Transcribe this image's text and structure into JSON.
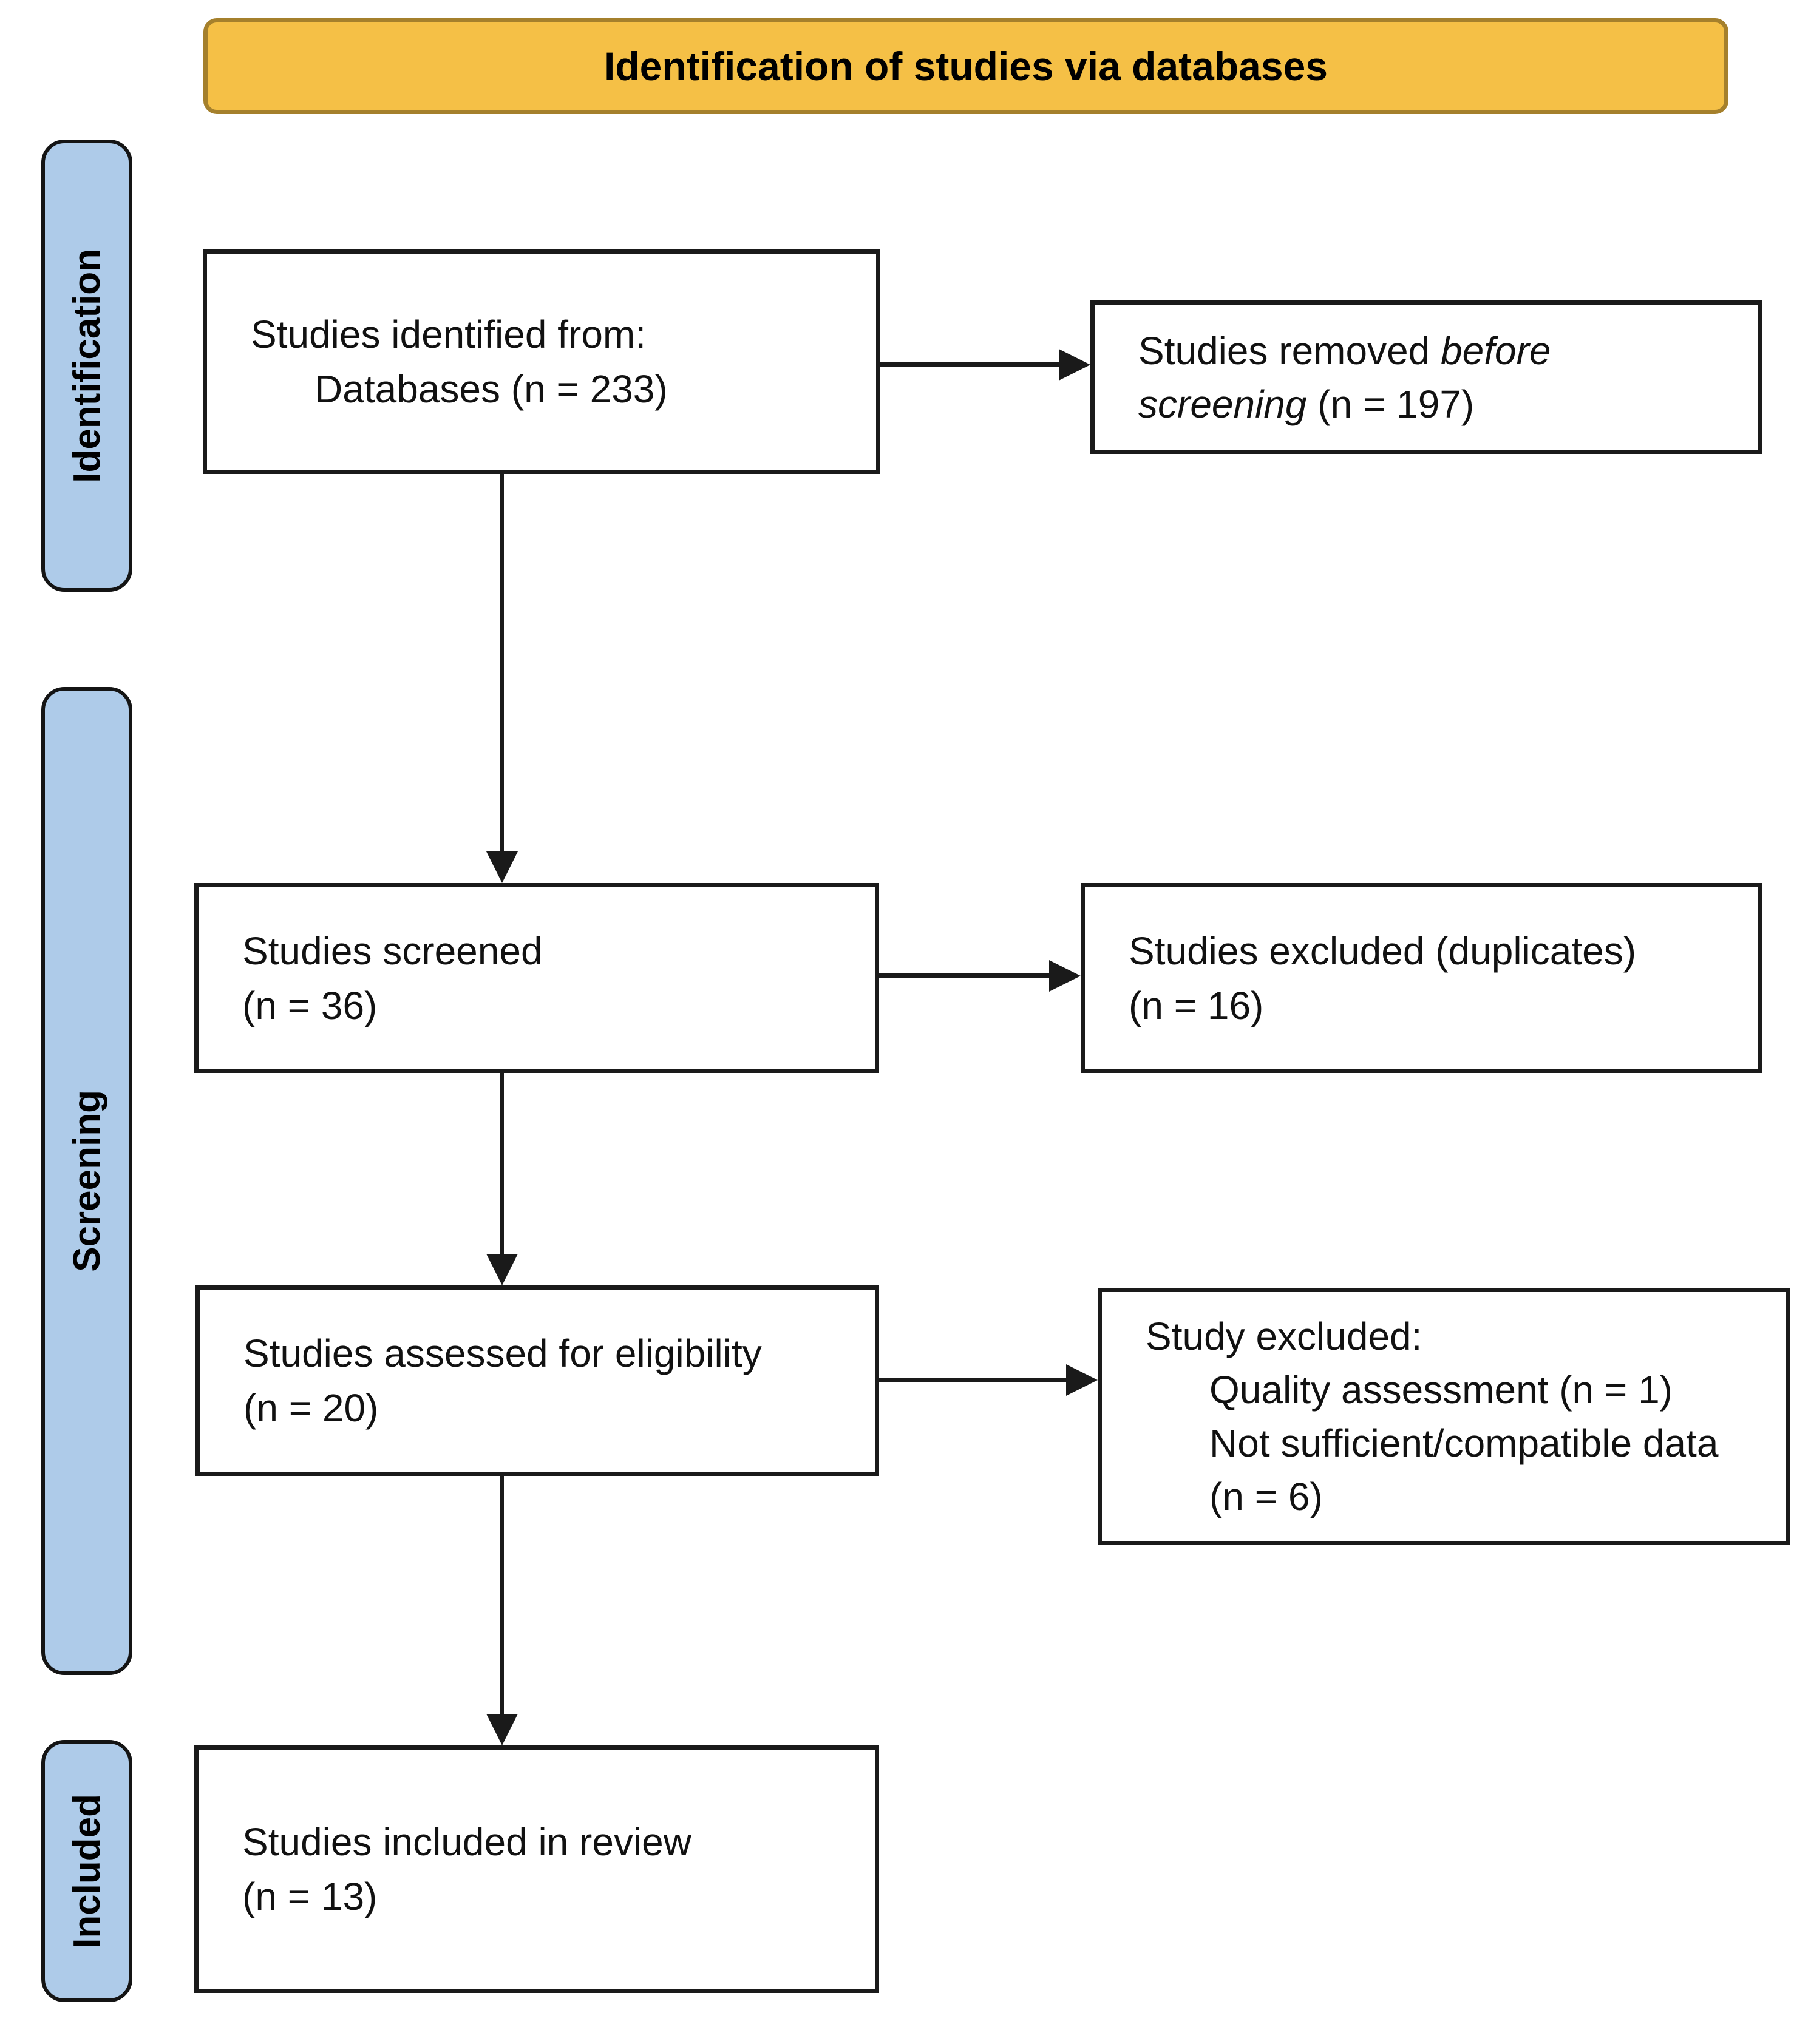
{
  "banner": {
    "title": "Identification of studies via databases"
  },
  "sidebar": {
    "identification_label": "Identification",
    "screening_label": "Screening",
    "included_label": "Included"
  },
  "boxes": {
    "identified": {
      "line1": "Studies identified from:",
      "line2": "Databases (n = 233)"
    },
    "removed": {
      "line1_text": "Studies removed ",
      "line1_italic": "before",
      "line2_italic": "screening",
      "line2_text": " (n = 197)"
    },
    "screened": {
      "line1": "Studies screened",
      "line2": "(n = 36)"
    },
    "excluded_duplicates": {
      "line1": "Studies excluded (duplicates)",
      "line2": "(n = 16)"
    },
    "assessed": {
      "line1": "Studies assessed for eligibility",
      "line2": "(n = 20)"
    },
    "study_excluded": {
      "line1": "Study excluded:",
      "line2": "Quality assessment (n = 1)",
      "line3": "Not sufficient/compatible data",
      "line4": "(n = 6)"
    },
    "included_review": {
      "line1": "Studies included in review",
      "line2": "(n = 13)"
    }
  },
  "colors": {
    "banner_fill": "#F5C046",
    "banner_border": "#A5802C",
    "stage_fill": "#AECBE9",
    "stage_border": "#141414",
    "box_border": "#1A1A1A",
    "arrow": "#1A1A1A",
    "text": "#111111"
  }
}
